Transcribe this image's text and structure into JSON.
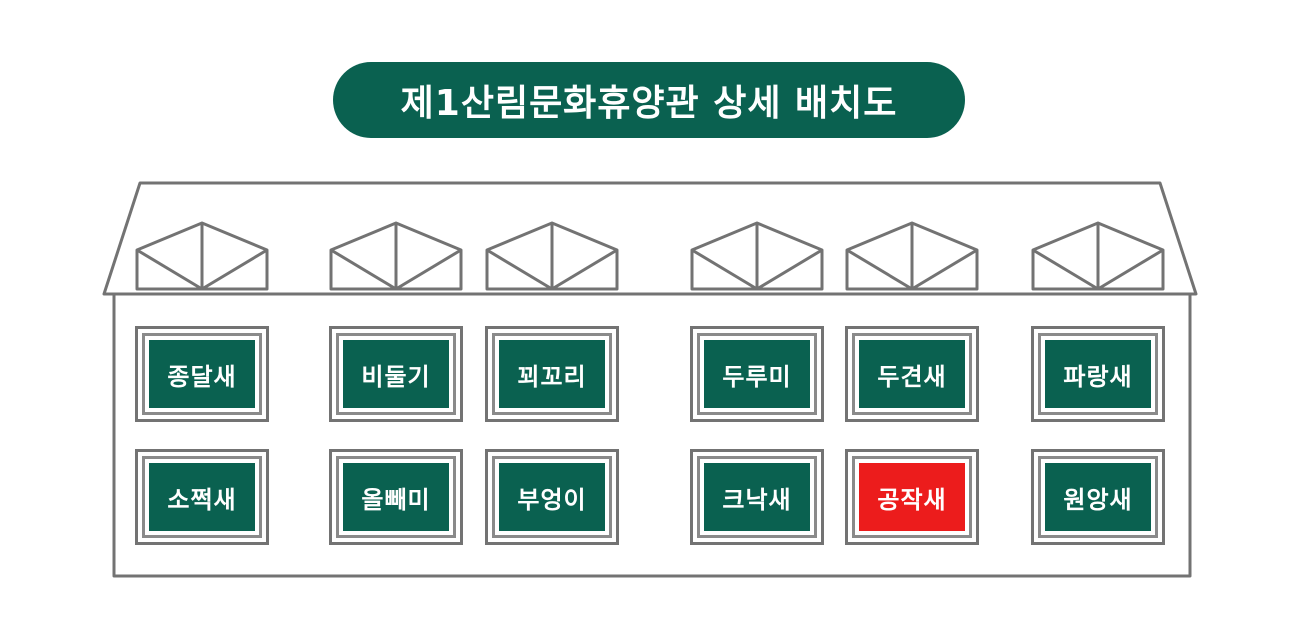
{
  "title": "제1산림문화휴양관 상세 배치도",
  "colors": {
    "primary": "#0a6150",
    "highlight": "#ec1c1c",
    "outline": "#737373"
  },
  "rooms": {
    "top": [
      {
        "name": "종달새"
      },
      {
        "name": "비둘기"
      },
      {
        "name": "꾀꼬리"
      },
      {
        "name": "두루미"
      },
      {
        "name": "두견새"
      },
      {
        "name": "파랑새"
      }
    ],
    "bottom": [
      {
        "name": "소쩍새"
      },
      {
        "name": "올빼미"
      },
      {
        "name": "부엉이"
      },
      {
        "name": "크낙새"
      },
      {
        "name": "공작새",
        "highlighted": true
      },
      {
        "name": "원앙새"
      }
    ]
  }
}
